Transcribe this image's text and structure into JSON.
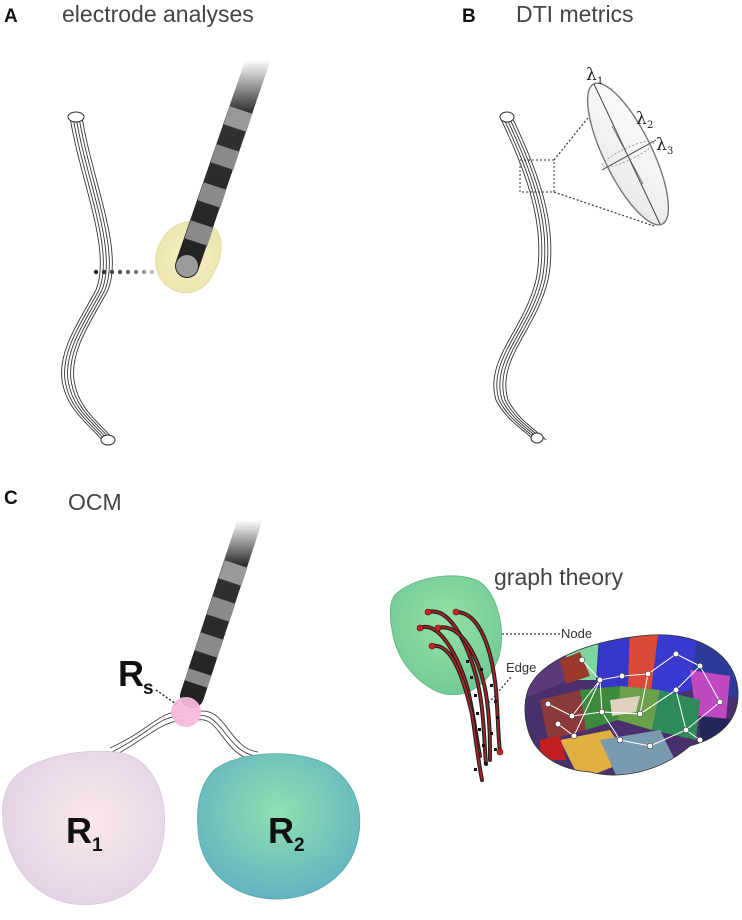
{
  "panels": {
    "a": {
      "letter": "A",
      "title": "electrode analyses"
    },
    "b": {
      "letter": "B",
      "title": "DTI metrics",
      "lambda1": "λ",
      "lambda1_sub": "1",
      "lambda2": "λ",
      "lambda2_sub": "2",
      "lambda3": "λ",
      "lambda3_sub": "3"
    },
    "c": {
      "letter": "C",
      "title": "OCM",
      "rs": "R",
      "rs_sub": "s",
      "r1": "R",
      "r1_sub": "1",
      "r2": "R",
      "r2_sub": "2"
    },
    "graph": {
      "title": "graph theory",
      "node_label": "Node",
      "edge_label": "Edge"
    }
  },
  "colors": {
    "vta_yellow": "#f3eab4",
    "vta_pink": "#f7b8dc",
    "region1": "#eedbe6",
    "region2": "#7ec7b8",
    "graph_region": "#85d49b",
    "streamline": "#a82020"
  }
}
